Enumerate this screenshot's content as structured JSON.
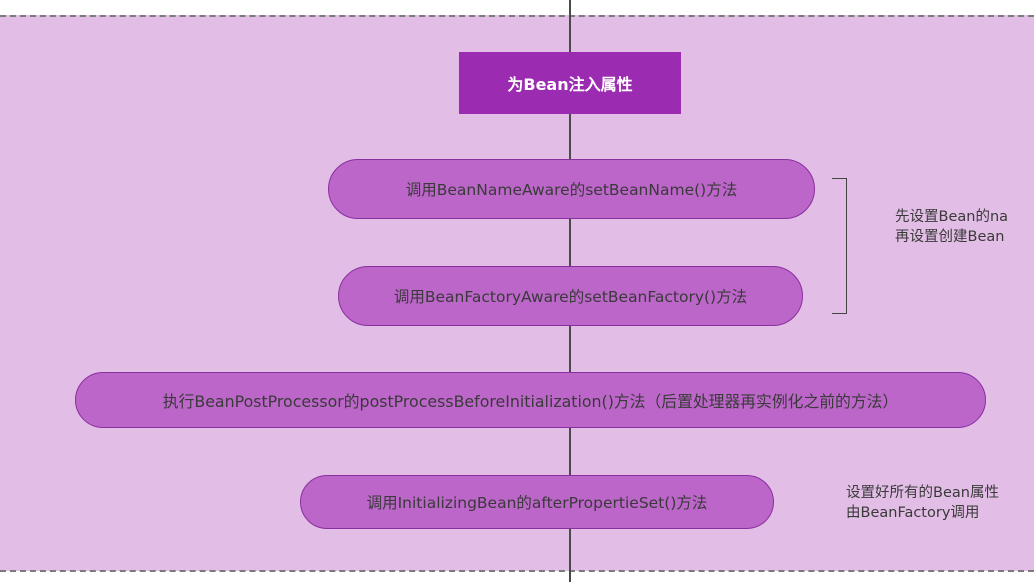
{
  "diagram": {
    "title": "为Bean注入属性",
    "steps": [
      "调用BeanNameAware的setBeanName()方法",
      "调用BeanFactoryAware的setBeanFactory()方法",
      "执行BeanPostProcessor的postProcessBeforeInitialization()方法（后置处理器再实例化之前的方法）",
      "调用InitializingBean的afterPropertieSet()方法"
    ],
    "notes": {
      "aware_group": [
        "先设置Bean的na",
        "再设置创建Bean"
      ],
      "initializing": [
        "设置好所有的Bean属性",
        "由BeanFactory调用"
      ]
    }
  },
  "colors": {
    "band": "#e2bde6",
    "title_box": "#9b2bb0",
    "pill_fill": "#bb66c8",
    "pill_border": "#8a2fa0"
  }
}
